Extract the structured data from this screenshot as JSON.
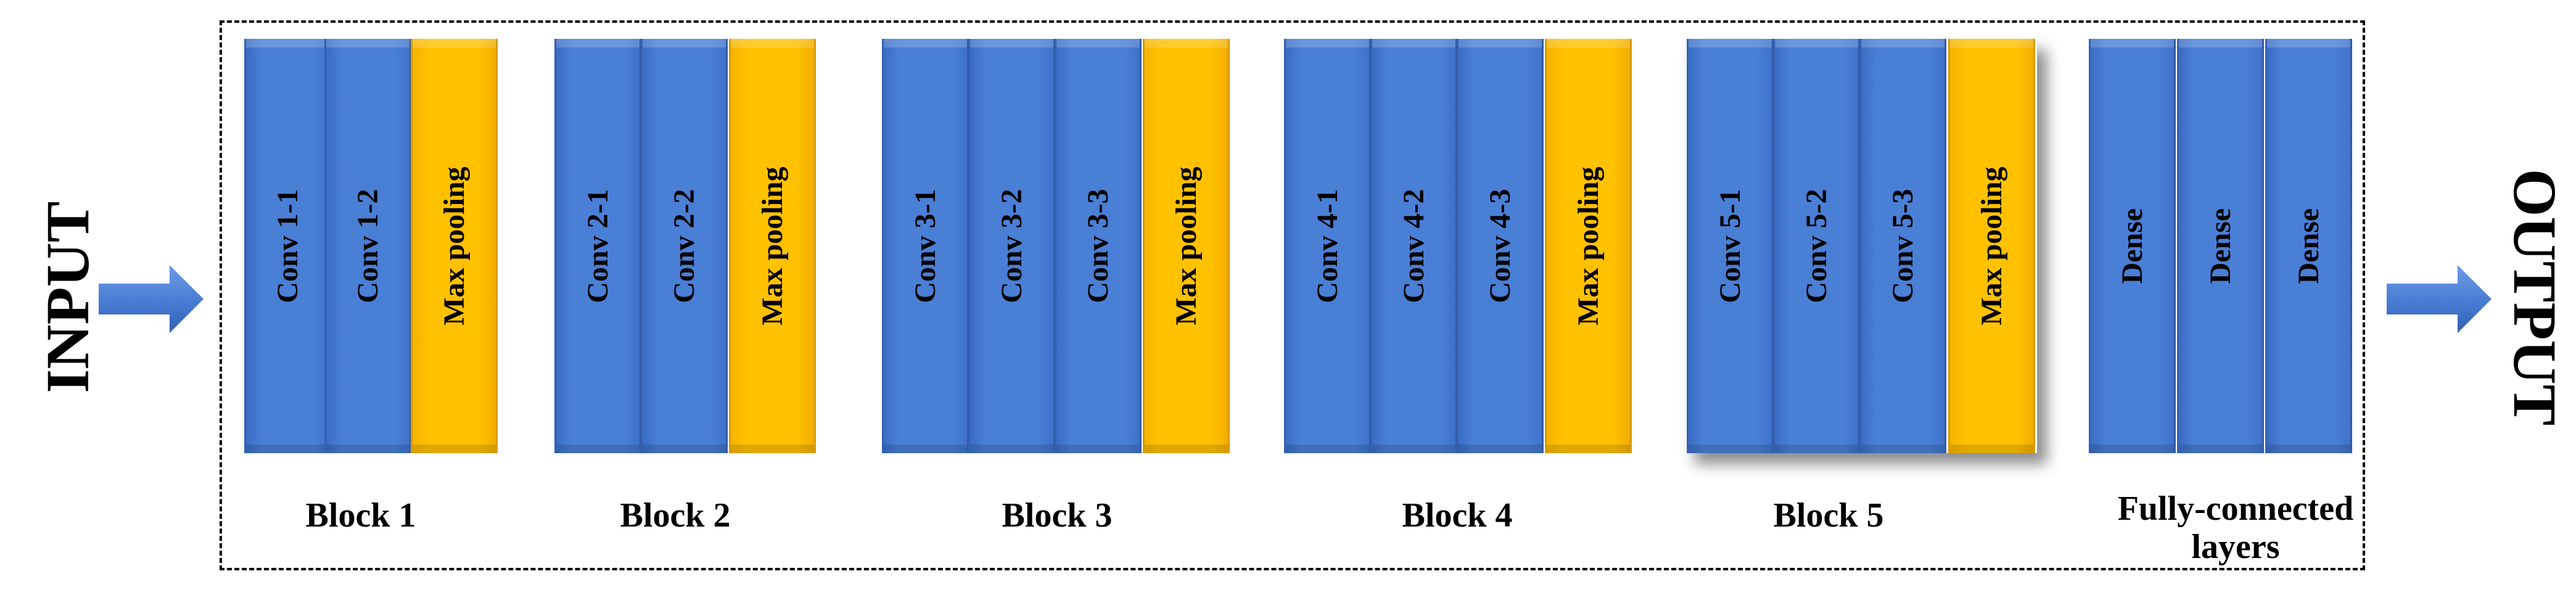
{
  "input_label": "INPUT",
  "output_label": "OUTPUT",
  "colors": {
    "conv": "#4a7fd6",
    "pool": "#ffc100",
    "arrow": "#4a7fd6"
  },
  "blocks": [
    {
      "label": "Block 1",
      "layers": [
        "Conv 1-1",
        "Conv 1-2",
        "Max pooling"
      ]
    },
    {
      "label": "Block 2",
      "layers": [
        "Conv 2-1",
        "Conv 2-2",
        "Max pooling"
      ]
    },
    {
      "label": "Block 3",
      "layers": [
        "Conv 3-1",
        "Conv 3-2",
        "Conv 3-3",
        "Max pooling"
      ]
    },
    {
      "label": "Block 4",
      "layers": [
        "Conv 4-1",
        "Conv 4-2",
        "Conv 4-3",
        "Max pooling"
      ]
    },
    {
      "label": "Block 5",
      "layers": [
        "Conv 5-1",
        "Conv 5-2",
        "Conv 5-3",
        "Max pooling"
      ]
    },
    {
      "label": "Fully-connected layers",
      "layers": [
        "Dense",
        "Dense",
        "Dense"
      ]
    }
  ]
}
